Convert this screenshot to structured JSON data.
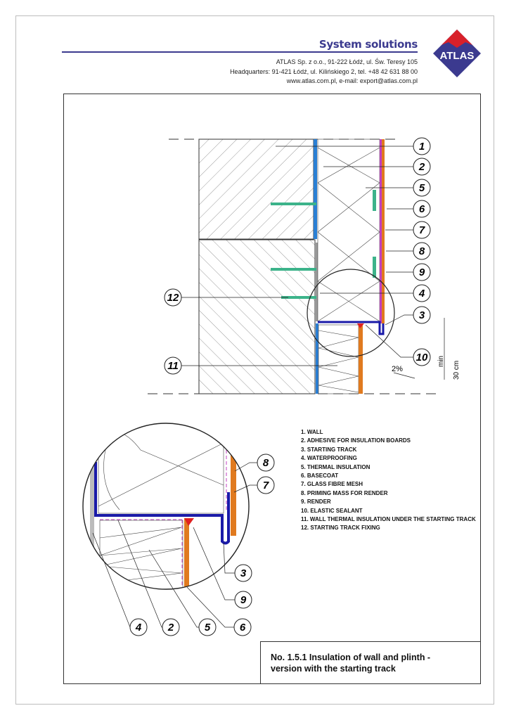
{
  "header": {
    "brand": "System solutions",
    "address_lines": [
      "ATLAS Sp. z o.o.,  91-222 Łódź, ul. Św. Teresy 105",
      "Headquarters: 91-421 Łódź, ul. Kilińskiego 2,  tel. +48 42 631 88 00",
      "www.atlas.com.pl,   e-mail: export@atlas.com.pl"
    ],
    "logo_text": "ATLAS"
  },
  "drawing": {
    "callouts_main": [
      "1",
      "2",
      "5",
      "6",
      "7",
      "8",
      "9",
      "4",
      "3",
      "10",
      "12",
      "11"
    ],
    "callouts_detail": [
      "8",
      "7",
      "3",
      "9",
      "6",
      "5",
      "2",
      "4"
    ],
    "slope": "2%",
    "dimension_min": "min",
    "dimension_value": "30 cm"
  },
  "legend": [
    "1. WALL",
    "2. ADHESIVE FOR INSULATION BOARDS",
    "3. STARTING TRACK",
    "4. WATERPROOFING",
    "5. THERMAL INSULATION",
    "6. BASECOAT",
    "7. GLASS FIBRE MESH",
    "8. PRIMING MASS FOR RENDER",
    "9. RENDER",
    "10. ELASTIC SEALANT",
    "11. WALL THERMAL INSULATION UNDER THE STARTING TRACK",
    "12. STARTING TRACK FIXING"
  ],
  "title": {
    "line1": "No. 1.5.1 Insulation of wall and plinth -",
    "line2": "version with the starting track"
  },
  "colors": {
    "brand": "#3b3a8f",
    "adhesive": "#2a7fd4",
    "track": "#1a1aa8",
    "render": "#e07a1f",
    "sealant": "#e02020",
    "fixing": "#3cb38a",
    "primer": "#c040c0"
  }
}
